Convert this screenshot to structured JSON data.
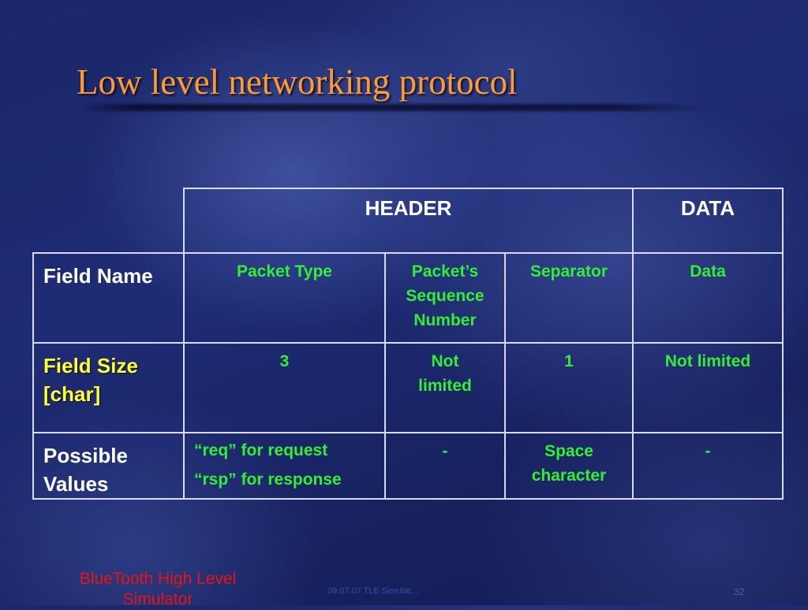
{
  "slide": {
    "title": "Low level networking protocol",
    "footer_left": "BlueTooth High Level Simulator",
    "footer_center": "09.07.07 TLE Simulat...",
    "page_number": "32"
  },
  "table": {
    "group_headers": [
      "HEADER",
      "DATA"
    ],
    "rows": [
      {
        "label": "Field Name",
        "cells": [
          "Packet Type",
          "Packet’s Sequence Number",
          "Separator",
          "Data"
        ]
      },
      {
        "label": "Field Size [char]",
        "cells": [
          "3",
          "Not limited",
          "1",
          "Not limited"
        ]
      },
      {
        "label": "Possible Values",
        "cells": [
          "“req” for request",
          "“rsp” for response",
          "-",
          "Space character",
          "-"
        ]
      }
    ]
  },
  "colors": {
    "title": "#ff9a33",
    "header_text": "#ffffff",
    "highlight_label": "#ffff33",
    "value_text": "#33ee33",
    "footer_text": "#ee1111"
  }
}
